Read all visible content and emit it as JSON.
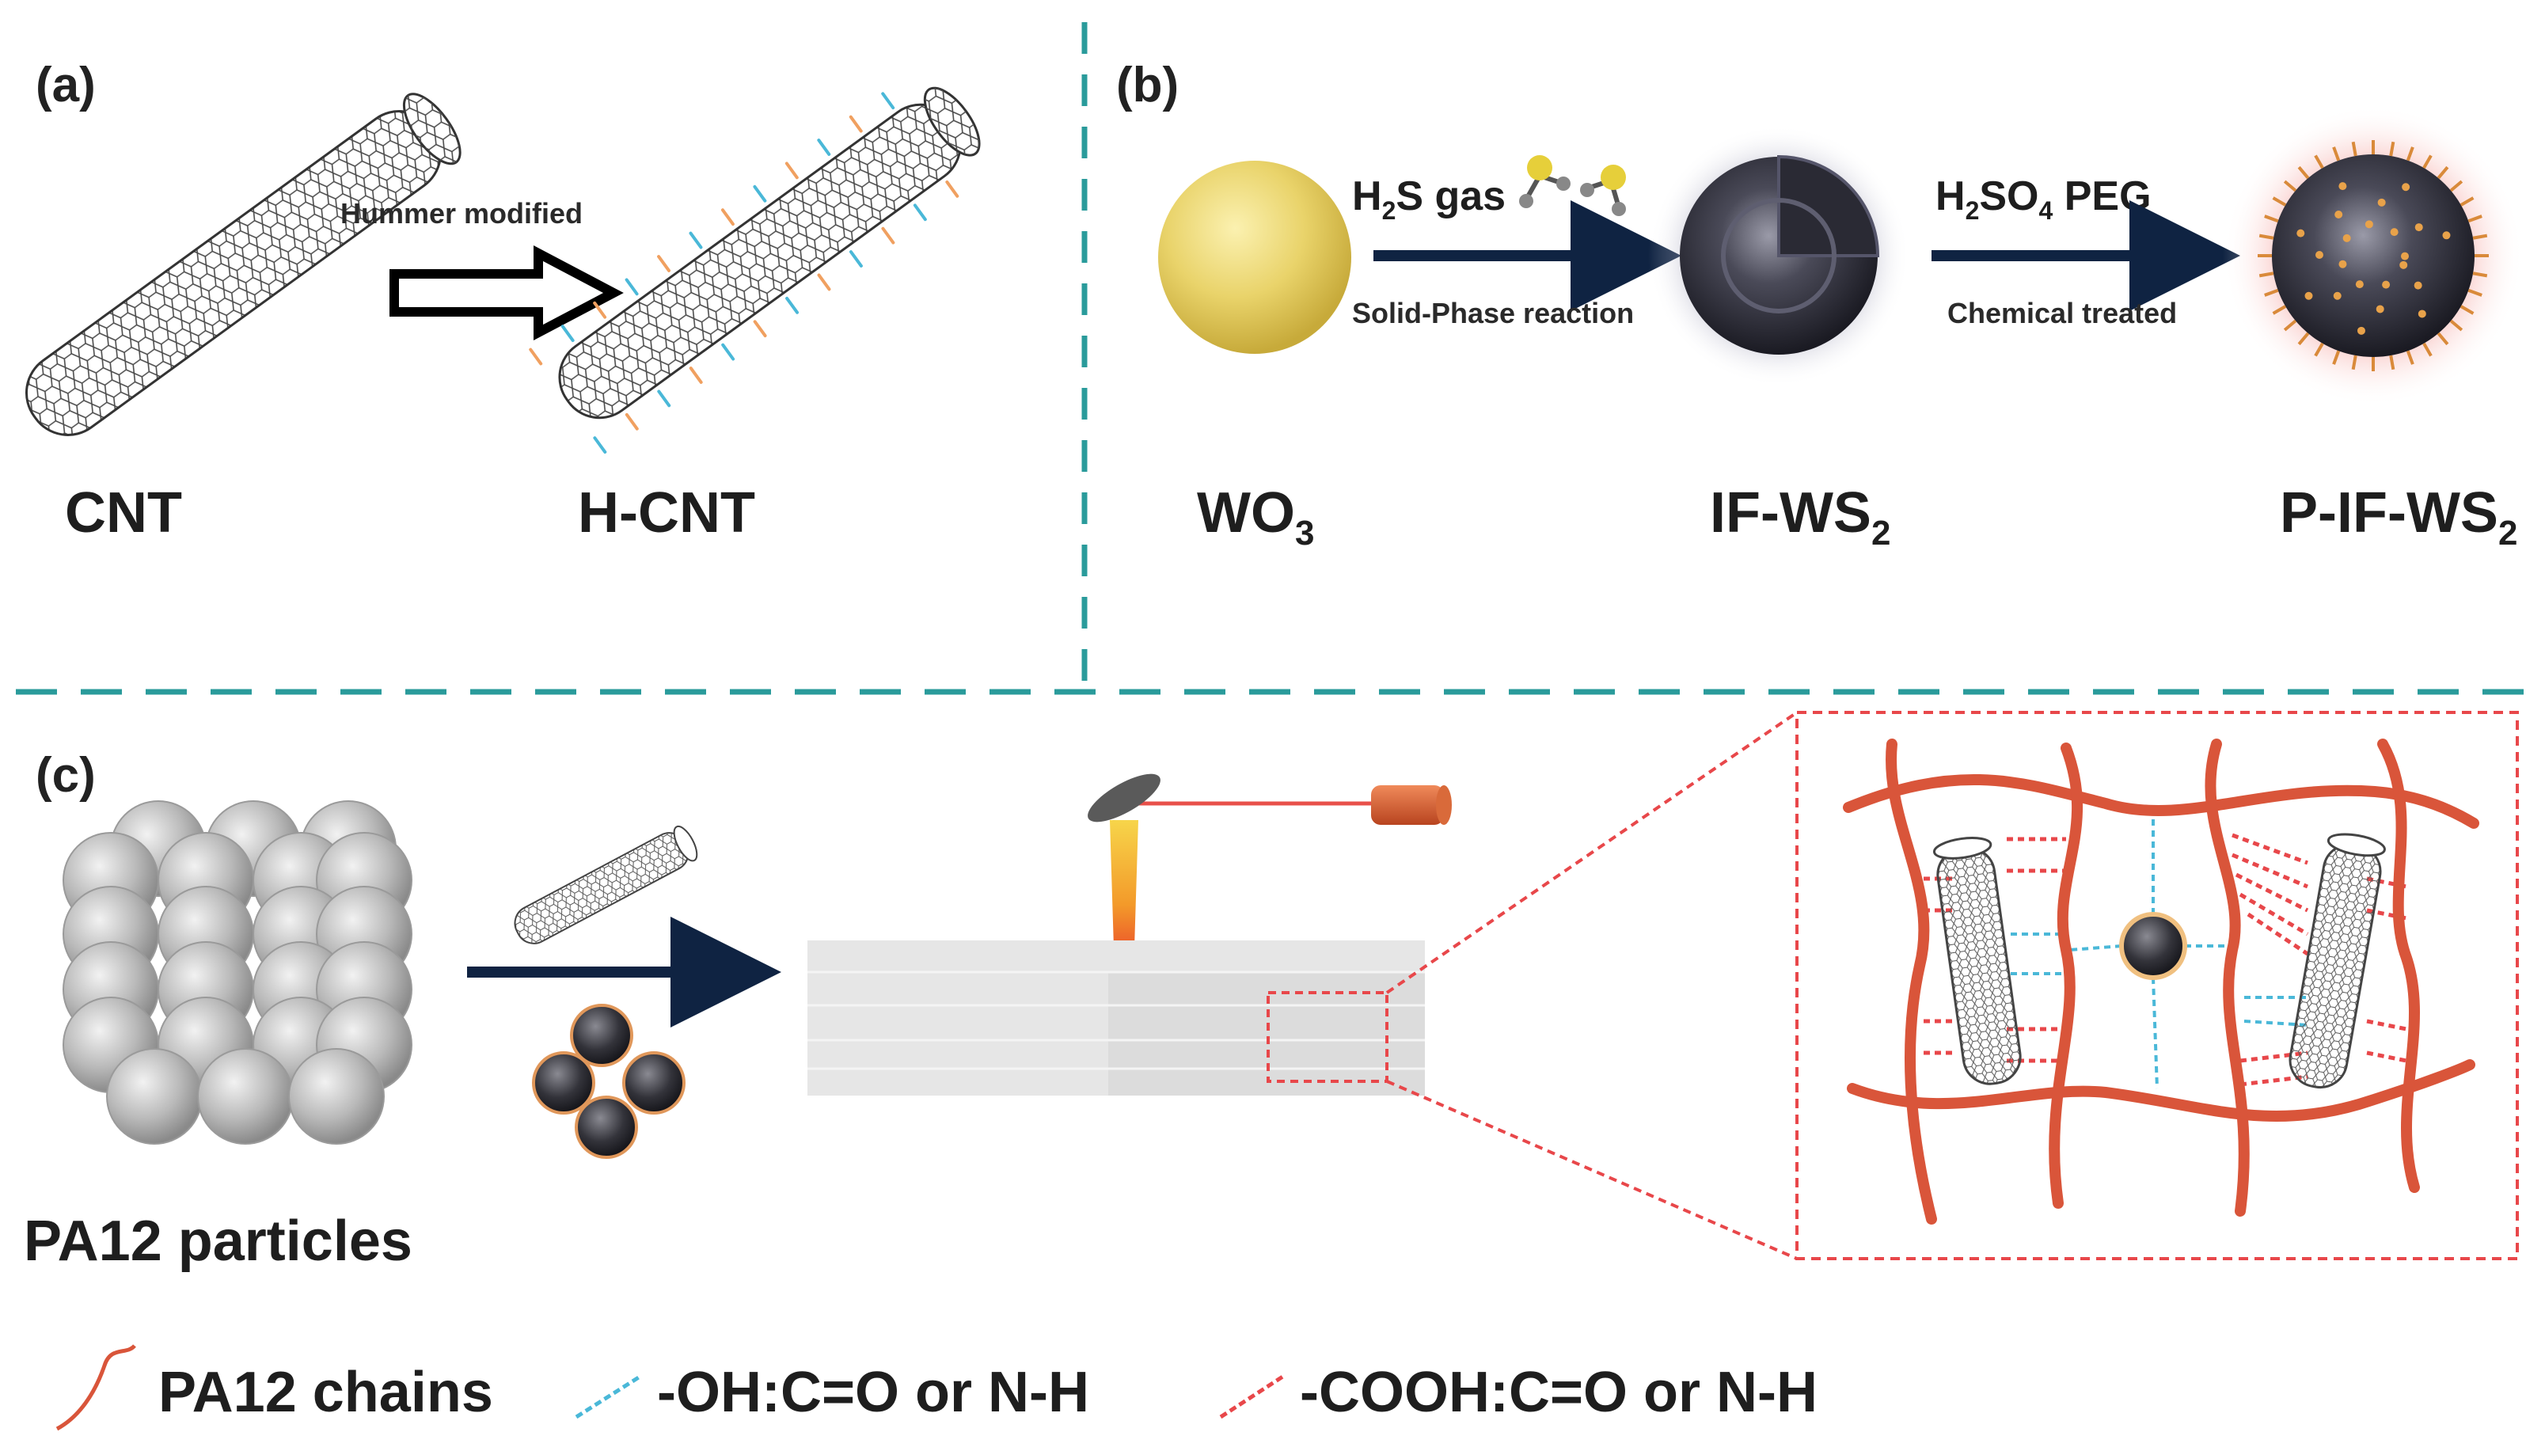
{
  "panels": {
    "a": {
      "label": "(a)",
      "step_text": "Hummer modified",
      "start": "CNT",
      "end": "H-CNT"
    },
    "b": {
      "label": "(b)",
      "step1": {
        "reagent": "H",
        "reagent_sub": "2",
        "reagent_rest": "S gas",
        "condition": "Solid-Phase reaction"
      },
      "step2": {
        "reagent": "H",
        "sub1": "2",
        "mid": "SO",
        "sub2": "4",
        "rest": "  PEG",
        "condition": "Chemical treated"
      },
      "species": [
        {
          "base": "WO",
          "sub": "3"
        },
        {
          "base": "IF-WS",
          "sub": "2"
        },
        {
          "base": "P-IF-WS",
          "sub": "2"
        }
      ]
    },
    "c": {
      "label": "(c)",
      "particles_label": "PA12 particles"
    }
  },
  "legend": [
    {
      "text": "PA12 chains"
    },
    {
      "text": "-OH:C=O or N-H"
    },
    {
      "text": "-COOH:C=O or N-H"
    }
  ],
  "colors": {
    "divider": "#2a9b9b",
    "arrow": "#0f2342",
    "chain": "#d9553a",
    "red_dash": "#e8474a",
    "blue_dash": "#4ab8d8",
    "gold_sphere": "#e6cf5c",
    "dark_sphere": "#3a3a46"
  }
}
